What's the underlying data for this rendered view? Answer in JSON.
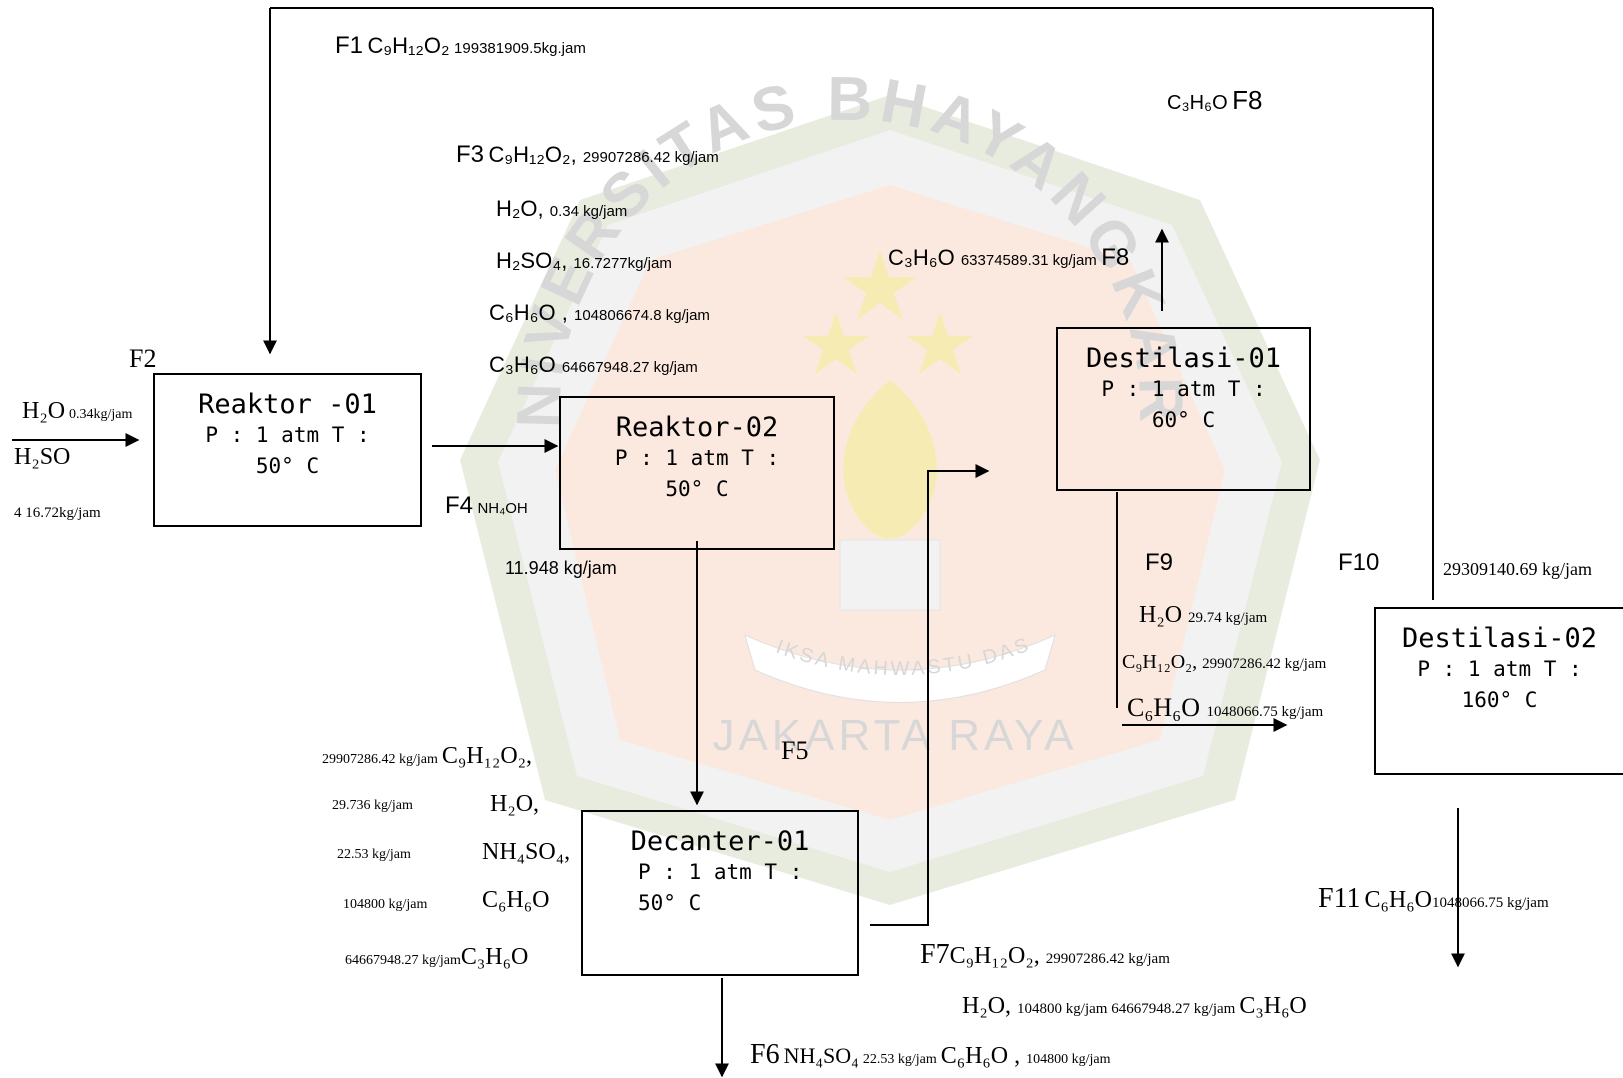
{
  "watermark": {
    "top_text": "UNIVERSITAS BHAYANGKARA",
    "ribbon_text": "BIKSA MAHWASTU DASI",
    "bottom_text": "JAKARTA RAYA",
    "colors": {
      "outer": "#e7ecdf",
      "ring": "#f2f2f2",
      "inner": "#fbe9df",
      "accent": "#f6ecb3",
      "text": "#d7d7d7"
    }
  },
  "units": {
    "reaktor01": {
      "title": "Reaktor -01",
      "cond": "P : 1 atm T :\n50° C"
    },
    "reaktor02": {
      "title": "Reaktor-02",
      "cond": "P : 1 atm T :\n50° C"
    },
    "destilasi01": {
      "title": "Destilasi-01",
      "cond": "P : 1 atm T :\n60° C"
    },
    "decanter01": {
      "title": "Decanter-01",
      "cond": "P : 1 atm T :\n50° C"
    },
    "destilasi02": {
      "title": "Destilasi-02",
      "cond": "P : 1 atm T :\n160° C"
    }
  },
  "streams": {
    "f1": {
      "label": "F1",
      "formula": "C₉H₁₂O₂",
      "flow": "199381909.5kg.jam"
    },
    "f2": {
      "label": "F2",
      "h2o": "H₂O",
      "h2o_flow": "0.34kg/jam",
      "h2so": "H₂SO",
      "h2so_cont": "4 16.72kg/jam"
    },
    "f3": {
      "label": "F3",
      "c9": "C₉H₁₂O₂, ",
      "c9_flow": "29907286.42 kg/jam",
      "h2o": "H₂O, ",
      "h2o_flow": "0.34 kg/jam",
      "h2so4": "H₂SO₄, ",
      "h2so4_flow": "16.7277kg/jam",
      "c6": "C₆H₆O , ",
      "c6_flow": "104806674.8 kg/jam",
      "c3": "C₃H₆O ",
      "c3_flow": "64667948.27 kg/jam"
    },
    "f4": {
      "label": "F4",
      "formula": "NH₄OH",
      "flow": "11.948 kg/jam"
    },
    "f5": {
      "label": "F5",
      "rows": [
        {
          "flow": "29907286.42 kg/jam",
          "formula": "C₉H₁₂O₂,"
        },
        {
          "flow": "29.736 kg/jam",
          "formula": "H₂O,"
        },
        {
          "flow": "22.53 kg/jam",
          "formula": "NH₄SO₄,"
        },
        {
          "flow": "104800 kg/jam",
          "formula": "C₆H₆O"
        },
        {
          "flow": "64667948.27 kg/jam",
          "formula": "C₃H₆O"
        }
      ]
    },
    "f6": {
      "label": "F6",
      "formula1": "NH₄SO₄",
      "flow1": "22.53 kg/jam",
      "formula2": "C₆H₆O , ",
      "flow2": "104800 kg/jam"
    },
    "f7": {
      "label": "F7",
      "c9": "C₉H₁₂O₂, ",
      "c9_flow": "29907286.42 kg/jam",
      "h2o": "H₂O, ",
      "h2o_flow": "104800 kg/jam 64667948.27 kg/jam",
      "c3": "C₃H₆O"
    },
    "f8_top": {
      "formula": "C₃H₆O",
      "label": "F8"
    },
    "f8": {
      "formula": "C₃H₆O ",
      "flow": "63374589.31 kg/jam",
      "label": "F8"
    },
    "f9": {
      "label": "F9",
      "h2o": "H₂O ",
      "h2o_flow": "29.74 kg/jam",
      "c9": "C₉H₁₂O₂, ",
      "c9_flow": "29907286.42 kg/jam",
      "c6": "C₆H₆O ",
      "c6_flow": "1048066.75 kg/jam"
    },
    "f10": {
      "label": "F10",
      "flow": "29309140.69 kg/jam"
    },
    "f11": {
      "label": "F11",
      "formula": "C₆H₆O",
      "flow": "1048066.75 kg/jam"
    }
  }
}
